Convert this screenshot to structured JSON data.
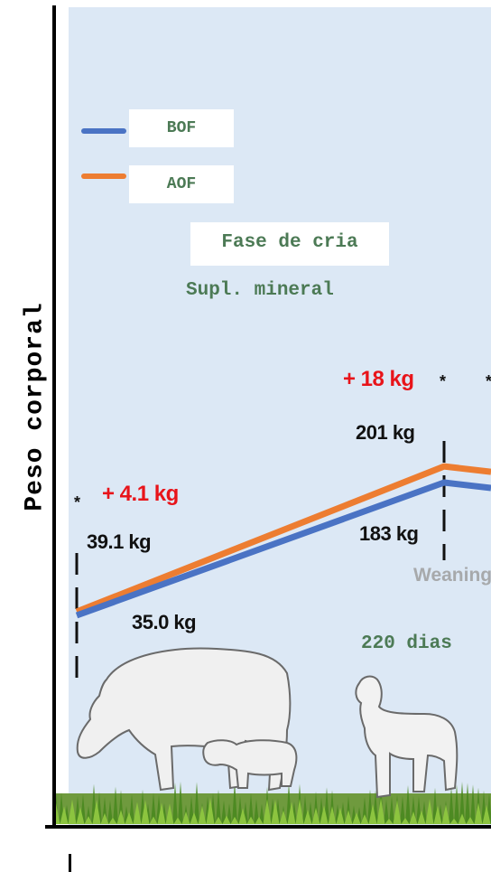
{
  "ylabel": "Peso corporal",
  "legend": [
    {
      "label": "BOF",
      "color": "#4a73c4"
    },
    {
      "label": "AOF",
      "color": "#ed7d31"
    }
  ],
  "phase": {
    "title": "Fase de cria",
    "supplement": "Supl. mineral",
    "duration": "220 dias"
  },
  "milestones": {
    "birth": {
      "aof_weight": "39.1 kg",
      "bof_weight": "35.0 kg",
      "gain": "+ 4.1 kg",
      "marker": "*"
    },
    "weaning": {
      "aof_weight": "201 kg",
      "bof_weight": "183 kg",
      "gain": "+ 18 kg",
      "marker": "*",
      "label": "Weaning"
    }
  },
  "chart_data": {
    "type": "line",
    "x": [
      0,
      220
    ],
    "series": [
      {
        "name": "BOF",
        "values": [
          35.0,
          183
        ]
      },
      {
        "name": "AOF",
        "values": [
          39.1,
          201
        ]
      }
    ],
    "ylabel": "Peso corporal"
  },
  "icons": {
    "cow_with_calf": "cow-calf-illustration",
    "weaned_calf": "calf-illustration",
    "grass": "grass-strip"
  }
}
